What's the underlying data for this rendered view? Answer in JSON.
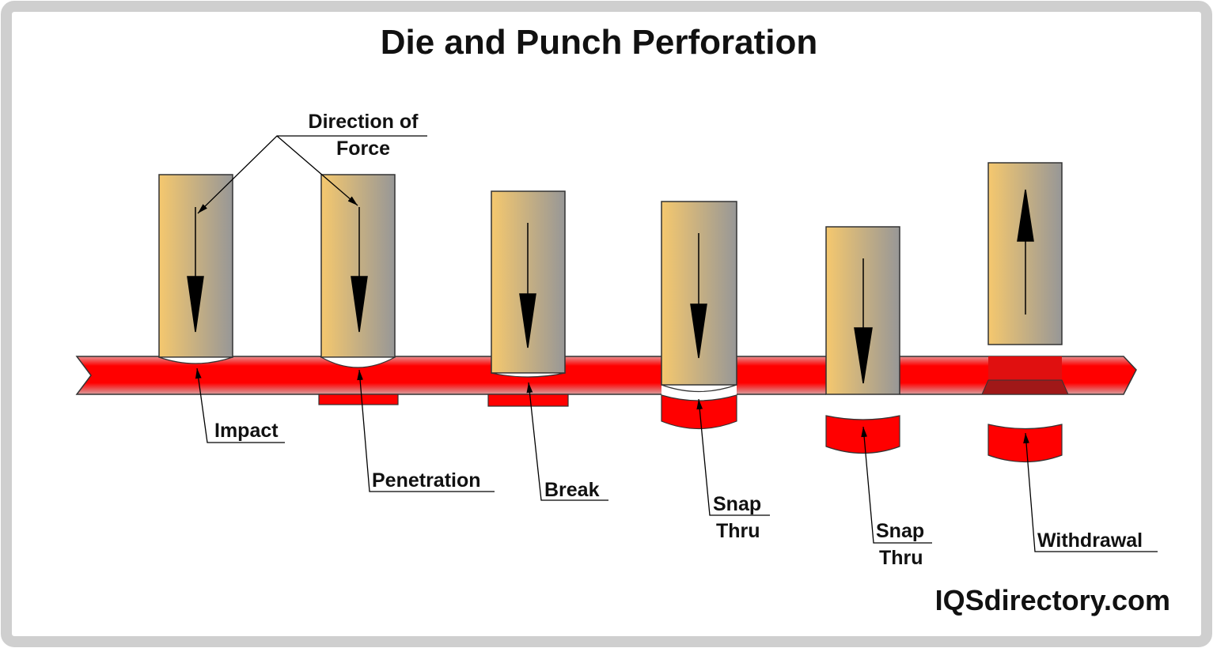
{
  "title": "Die and Punch Perforation",
  "direction_label": {
    "line1": "Direction of",
    "line2": "Force"
  },
  "stages": [
    {
      "label": "Impact"
    },
    {
      "label": "Penetration"
    },
    {
      "label": "Break"
    },
    {
      "label": "Snap",
      "label2": "Thru"
    },
    {
      "label": "Snap",
      "label2": "Thru"
    },
    {
      "label": "Withdrawal"
    }
  ],
  "watermark": "IQSdirectory.com",
  "colors": {
    "material": "#ff0000",
    "punch_light": "#f5c86e",
    "punch_dark": "#9a9a9a",
    "frame": "#d0d0d0"
  }
}
